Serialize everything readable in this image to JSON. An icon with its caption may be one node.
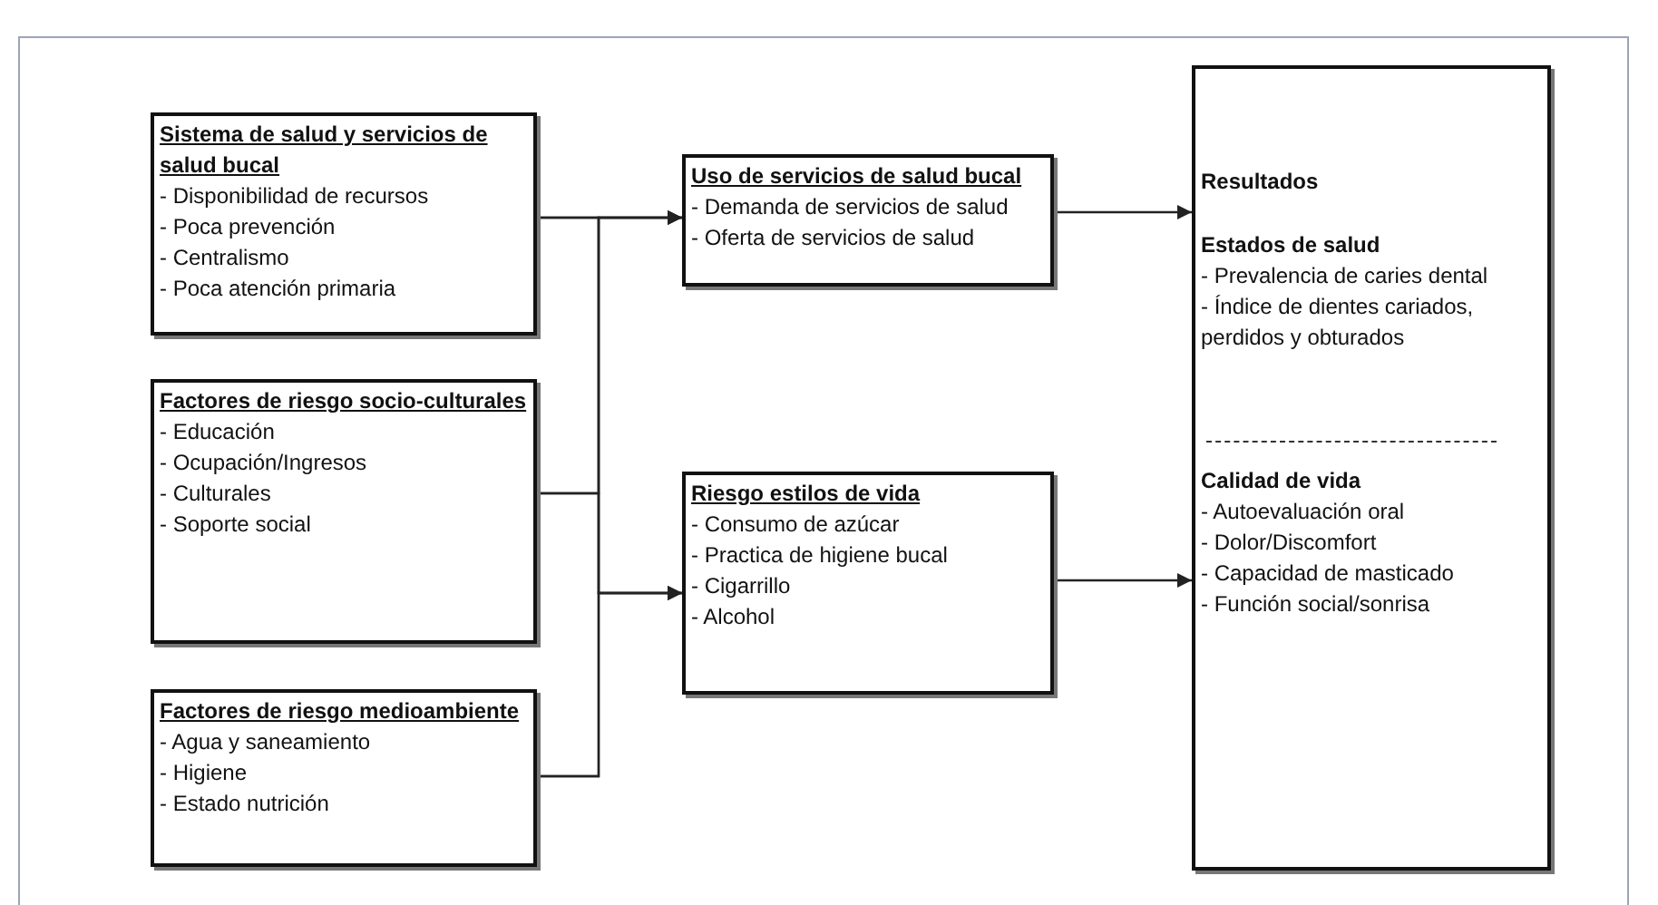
{
  "diagram": {
    "nodes": [
      {
        "text": [
          "Sistema de salud y servicios de salud bucal",
          "- Disponibilidad de recursos",
          "- Poca prevención",
          "- Centralismo",
          "- Poca atención primaria"
        ]
      },
      {
        "text": [
          "Factores de riesgo socio-culturales",
          "- Educación",
          "- Ocupación/Ingresos",
          "- Culturales",
          "- Soporte social"
        ]
      },
      {
        "text": [
          "Factores de riesgo medioambiente",
          "- Agua y saneamiento",
          "- Higiene",
          "- Estado nutrición"
        ]
      },
      {
        "text": [
          "Uso de servicios de salud bucal",
          "- Demanda de servicios de salud",
          "- Oferta de servicios de salud"
        ]
      },
      {
        "text": [
          "Riesgo estilos de vida",
          "- Consumo de azúcar",
          "- Practica de higiene bucal",
          "- Cigarrillo",
          "- Alcohol"
        ]
      },
      {
        "text": [
          "Resultados",
          "Estados de salud",
          "- Prevalencia de caries dental",
          "- Índice de dientes cariados, perdidos y obturados",
          "Calidad de vida",
          "- Autoevaluación oral",
          "- Dolor/Discomfort",
          "- Capacidad de masticado",
          "- Función social/sonrisa"
        ]
      }
    ],
    "edges": [
      {
        "from": 0,
        "to": 3,
        "arrow": "to"
      },
      {
        "from": 0,
        "to": 4,
        "arrow": "to"
      },
      {
        "from": 1,
        "to": 3,
        "arrow": "to"
      },
      {
        "from": 1,
        "to": 4,
        "arrow": "to"
      },
      {
        "from": 2,
        "to": 3,
        "arrow": "to"
      },
      {
        "from": 2,
        "to": 4,
        "arrow": "to"
      },
      {
        "from": 3,
        "to": 5,
        "arrow": "to"
      },
      {
        "from": 4,
        "to": 5,
        "arrow": "to"
      }
    ]
  }
}
